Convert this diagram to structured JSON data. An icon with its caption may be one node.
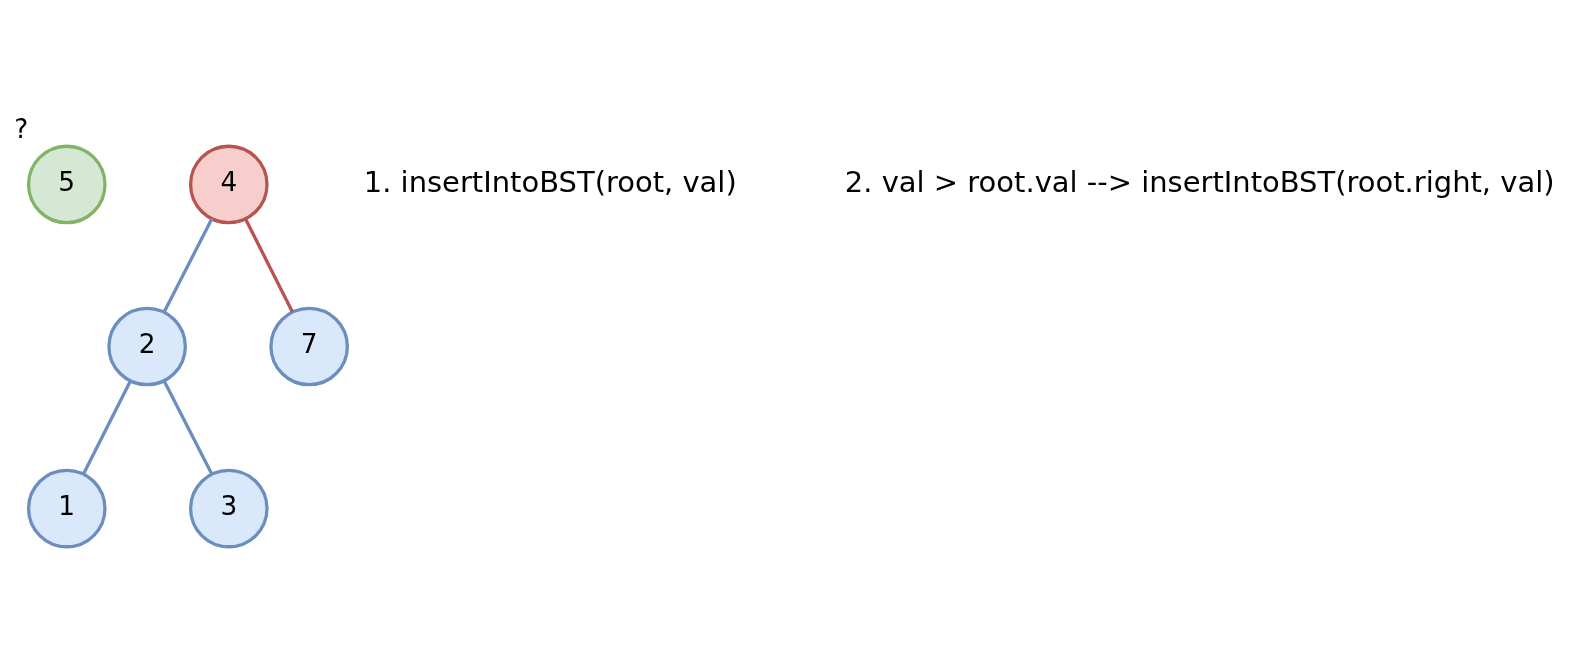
{
  "diagram": {
    "nodes": [
      {
        "text": [
          "5"
        ],
        "beside": [
          "?"
        ]
      },
      {
        "text": [
          "4"
        ]
      },
      {
        "text": [
          "2"
        ]
      },
      {
        "text": [
          "7"
        ]
      },
      {
        "text": [
          "1"
        ]
      },
      {
        "text": [
          "3"
        ]
      }
    ],
    "edges": [
      {
        "from": 1,
        "to": 2,
        "arrow": "none"
      },
      {
        "from": 1,
        "to": 3,
        "arrow": "none",
        "color": "#b85450"
      },
      {
        "from": 2,
        "to": 4,
        "arrow": "none"
      },
      {
        "from": 2,
        "to": 5,
        "arrow": "none"
      }
    ],
    "labels": [
      "1. insertIntoBST(root, val)",
      "2. val > root.val --> insertIntoBST(root.right, val)"
    ]
  }
}
